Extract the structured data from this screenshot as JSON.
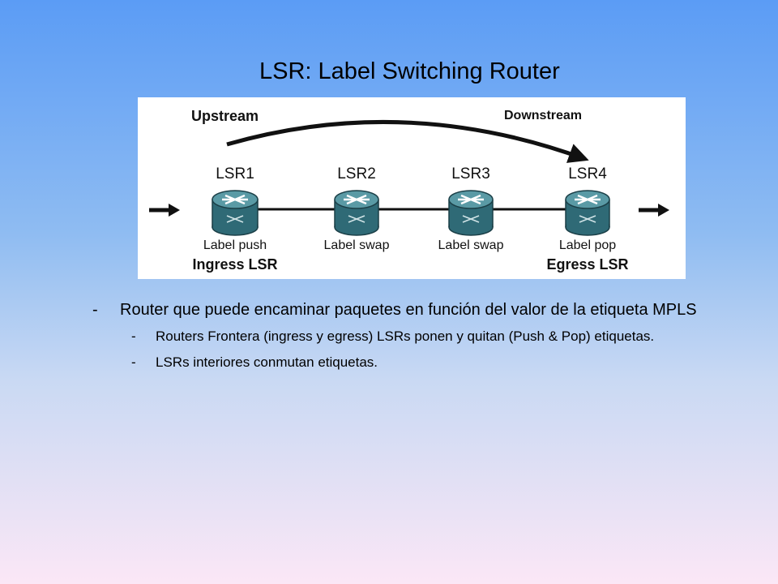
{
  "slide": {
    "title": "LSR: Label Switching Router"
  },
  "diagram": {
    "upstream_label": "Upstream",
    "downstream_label": "Downstream",
    "nodes": [
      {
        "name": "LSR1",
        "operation": "Label push",
        "role": "Ingress LSR"
      },
      {
        "name": "LSR2",
        "operation": "Label swap",
        "role": ""
      },
      {
        "name": "LSR3",
        "operation": "Label swap",
        "role": ""
      },
      {
        "name": "LSR4",
        "operation": "Label pop",
        "role": "Egress LSR"
      }
    ],
    "colors": {
      "router_body": "#2f6a76",
      "router_top": "#5a9aa5",
      "link": "#111111"
    }
  },
  "bullets": {
    "main": {
      "marker": "-",
      "text": "Router que puede encaminar paquetes en función del valor de la etiqueta MPLS"
    },
    "sub": [
      {
        "marker": "-",
        "text": "Routers Frontera (ingress y egress) LSRs ponen y quitan (Push & Pop) etiquetas."
      },
      {
        "marker": "-",
        "text": "LSRs interiores conmutan etiquetas."
      }
    ]
  }
}
